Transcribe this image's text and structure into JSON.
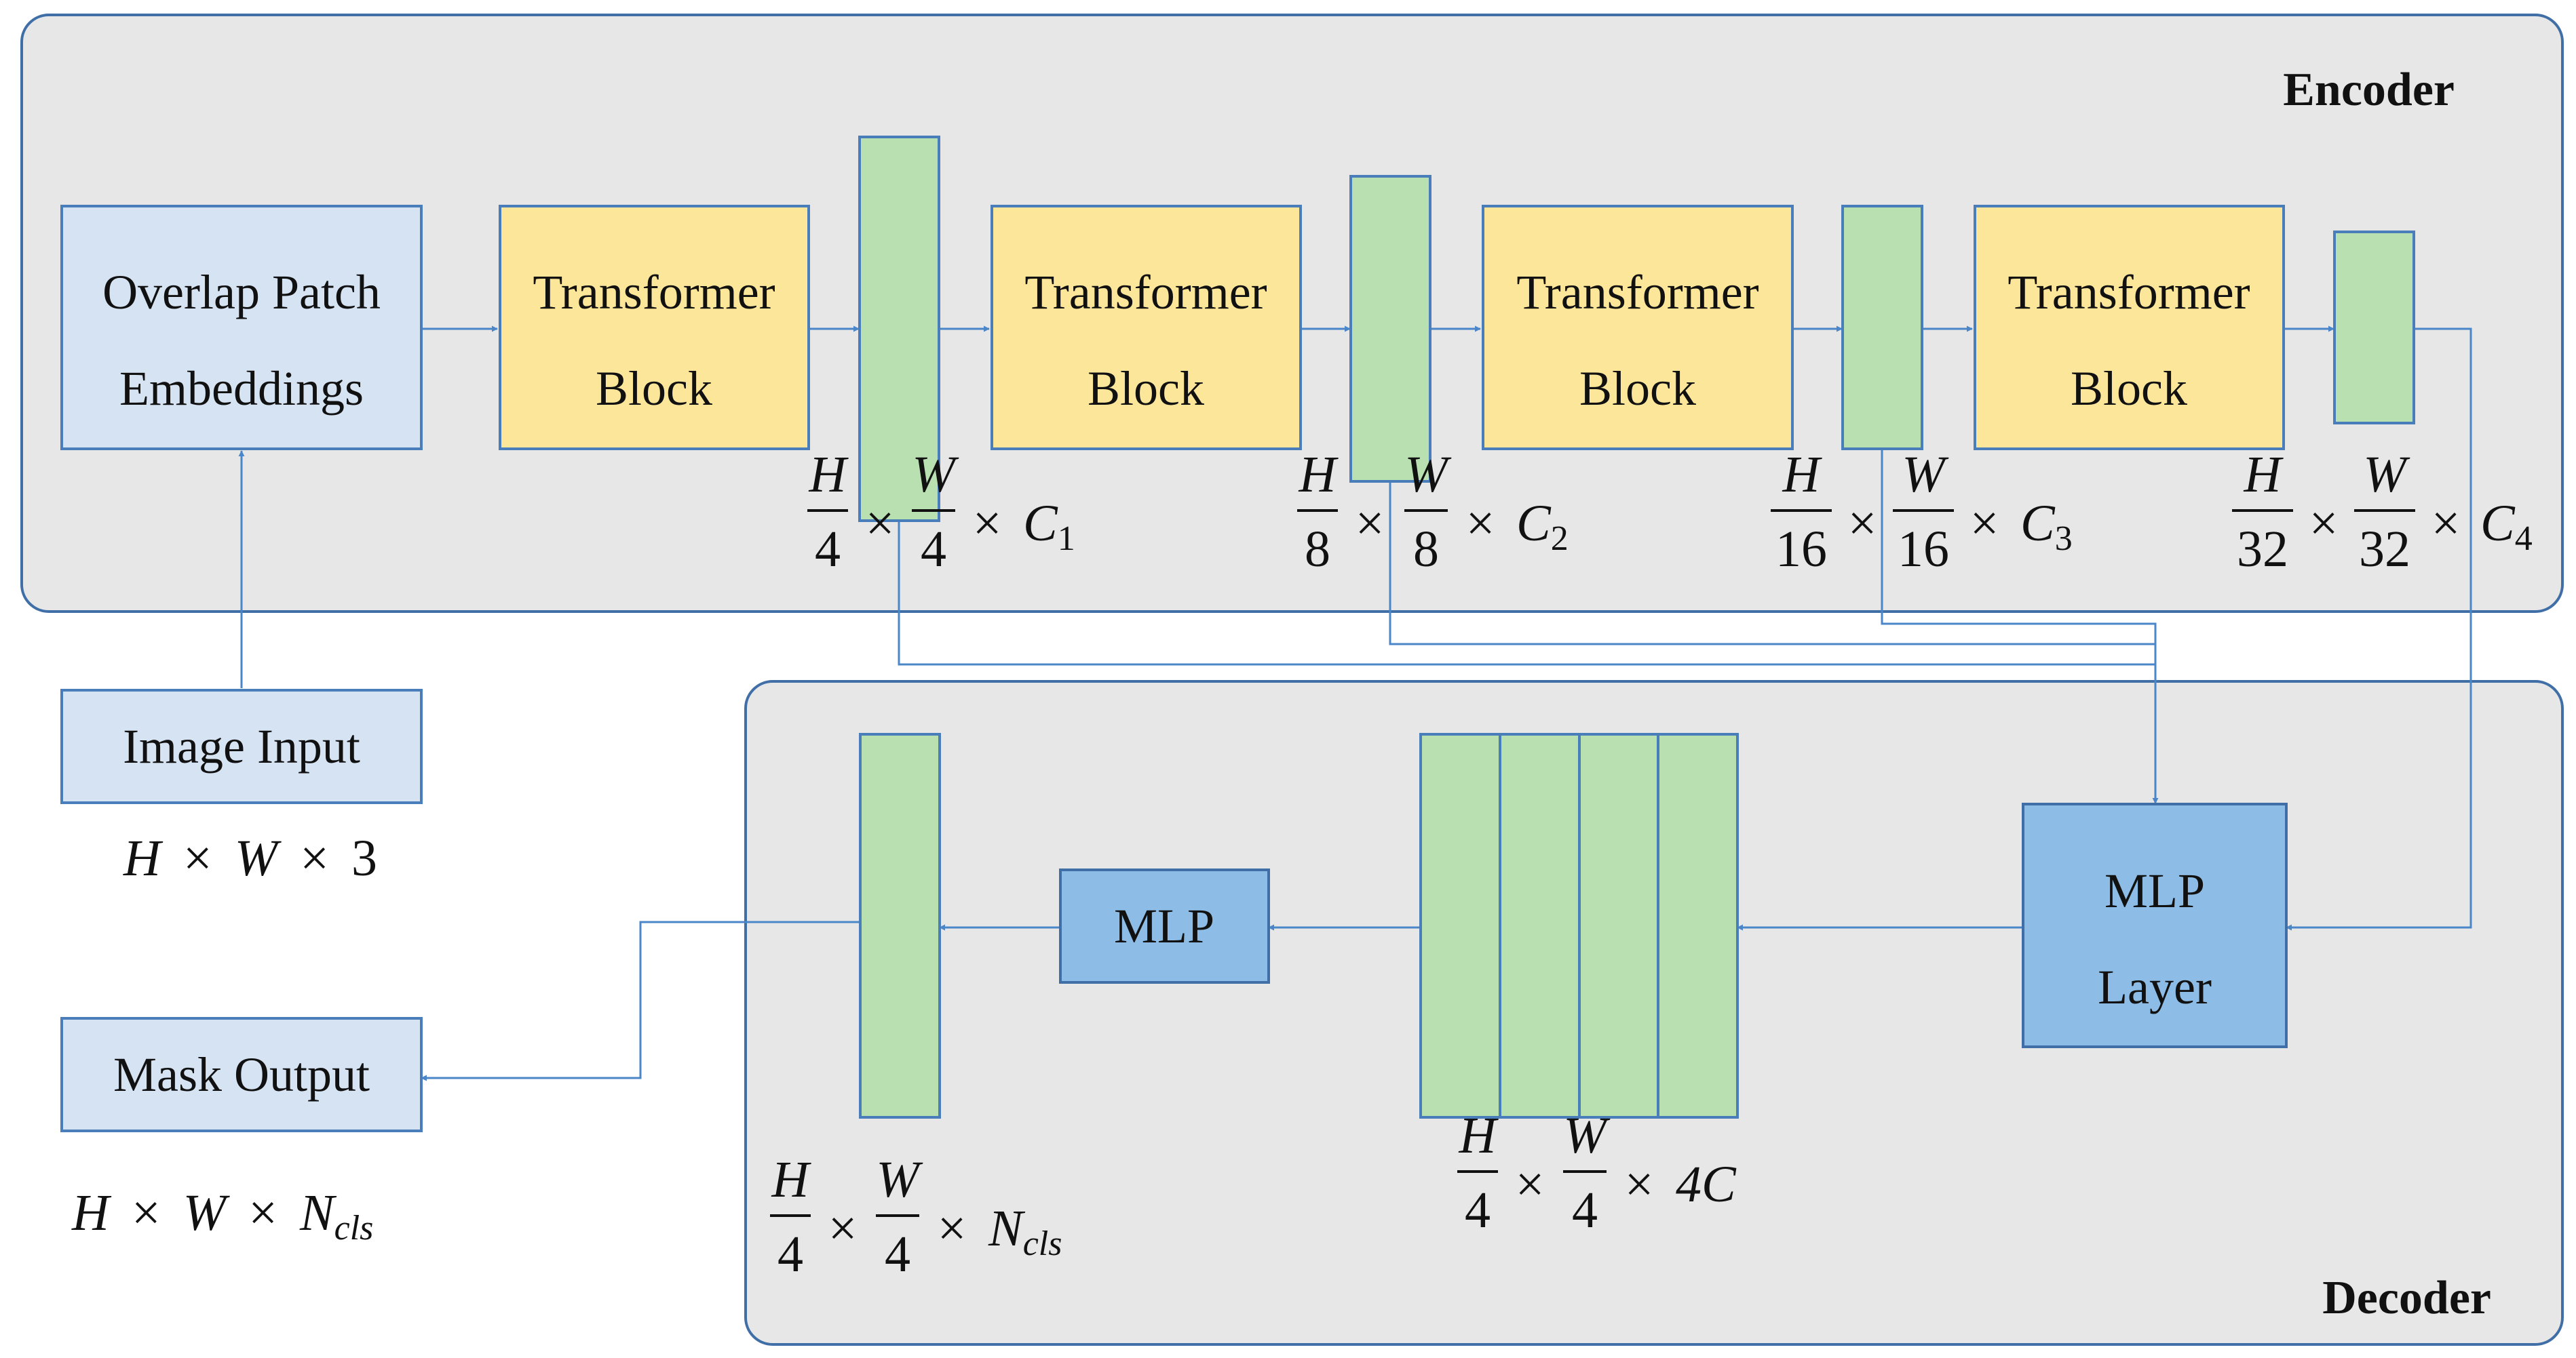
{
  "panels": {
    "encoder_title": "Encoder",
    "decoder_title": "Decoder"
  },
  "boxes": {
    "overlap_line1": "Overlap Patch",
    "overlap_line2": "Embeddings",
    "tb_line1": "Transformer",
    "tb_line2": "Block",
    "image_input": "Image Input",
    "mask_output": "Mask Output",
    "mlp": "MLP",
    "mlp_layer_line1": "MLP",
    "mlp_layer_line2": "Layer"
  },
  "dims": {
    "image_input": {
      "a": "H",
      "op1": "×",
      "b": "W",
      "op2": "×",
      "c": "3"
    },
    "mask_output": {
      "a": "H",
      "op1": "×",
      "b": "W",
      "op2": "×",
      "c": "N",
      "sub": "cls"
    },
    "f1": {
      "num1": "H",
      "den1": "4",
      "num2": "W",
      "den2": "4",
      "op": "×",
      "c": "C",
      "sub": "1"
    },
    "f2": {
      "num1": "H",
      "den1": "8",
      "num2": "W",
      "den2": "8",
      "op": "×",
      "c": "C",
      "sub": "2"
    },
    "f3": {
      "num1": "H",
      "den1": "16",
      "num2": "W",
      "den2": "16",
      "op": "×",
      "c": "C",
      "sub": "3"
    },
    "f4": {
      "num1": "H",
      "den1": "32",
      "num2": "W",
      "den2": "32",
      "op": "×",
      "c": "C",
      "sub": "4"
    },
    "concat": {
      "num1": "H",
      "den1": "4",
      "num2": "W",
      "den2": "4",
      "op": "×",
      "c": "4C",
      "sub": ""
    },
    "out": {
      "num1": "H",
      "den1": "4",
      "num2": "W",
      "den2": "4",
      "op": "×",
      "c": "N",
      "sub": "cls"
    }
  },
  "colors": {
    "panel_bg": "#e7e7e7",
    "panel_border": "#3f6fa6",
    "light_blue": "#d6e3f3",
    "blue": "#8dbde6",
    "yellow": "#fce699",
    "green": "#b9e0b0",
    "arrow": "#4a86c8"
  }
}
